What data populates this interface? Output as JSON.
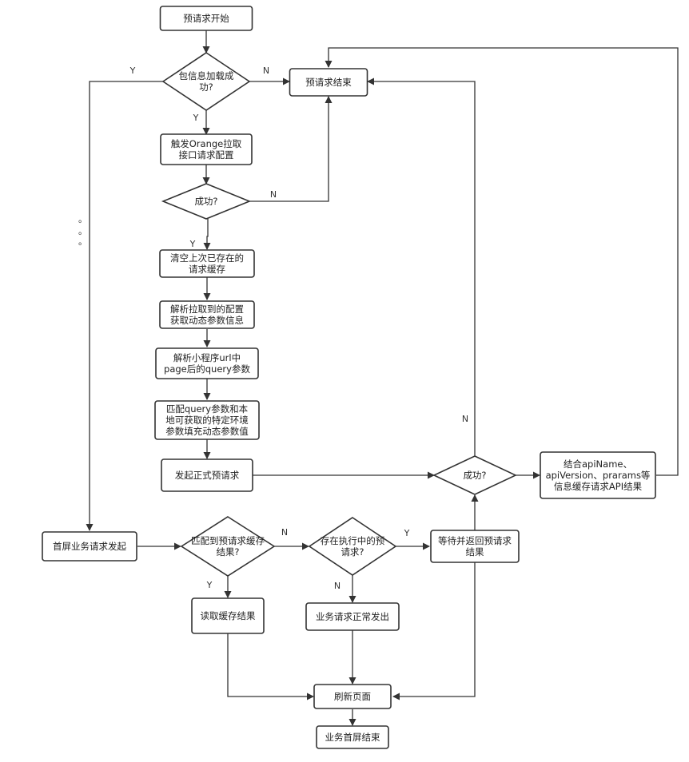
{
  "colors": {
    "stroke": "#333333",
    "text": "#222222",
    "background": "#ffffff"
  },
  "nodes": {
    "pre_start": [
      "预请求开始"
    ],
    "pkg_loaded": [
      "包信息加载成",
      "功?"
    ],
    "pre_end": [
      "预请求结束"
    ],
    "trigger_orange": [
      "触发Orange拉取",
      "接口请求配置"
    ],
    "success1": [
      "成功?"
    ],
    "clear_cache": [
      "清空上次已存在的",
      "请求缓存"
    ],
    "parse_config": [
      "解析拉取到的配置",
      "获取动态参数信息"
    ],
    "parse_url": [
      "解析小程序url中",
      "page后的query参数"
    ],
    "match_query": [
      "匹配query参数和本",
      "地可获取的特定环境",
      "参数填充动态参数值"
    ],
    "formal_request": [
      "发起正式预请求"
    ],
    "success2": [
      "成功?"
    ],
    "cache_result": [
      "结合apiName、",
      "apiVersion、prarams等",
      "信息缓存请求API结果"
    ],
    "first_screen": [
      "首屏业务请求发起"
    ],
    "match_cache": [
      "匹配到预请求缓存",
      "结果?"
    ],
    "in_progress": [
      "存在执行中的预",
      "请求?"
    ],
    "wait_return": [
      "等待并返回预请求",
      "结果"
    ],
    "read_cache": [
      "读取缓存结果"
    ],
    "normal_request": [
      "业务请求正常发出"
    ],
    "refresh": [
      "刷新页面"
    ],
    "biz_end": [
      "业务首屏结束"
    ]
  },
  "edge_labels": {
    "pkg_yes_down": "Y",
    "pkg_yes_left": "Y",
    "pkg_no": "N",
    "success1_no": "N",
    "success1_yes": "Y",
    "success2_no": "N",
    "match_no": "N",
    "match_yes": "Y",
    "progress_yes": "Y",
    "progress_no": "N"
  },
  "ellipsis": [
    "。",
    "。",
    "。"
  ]
}
